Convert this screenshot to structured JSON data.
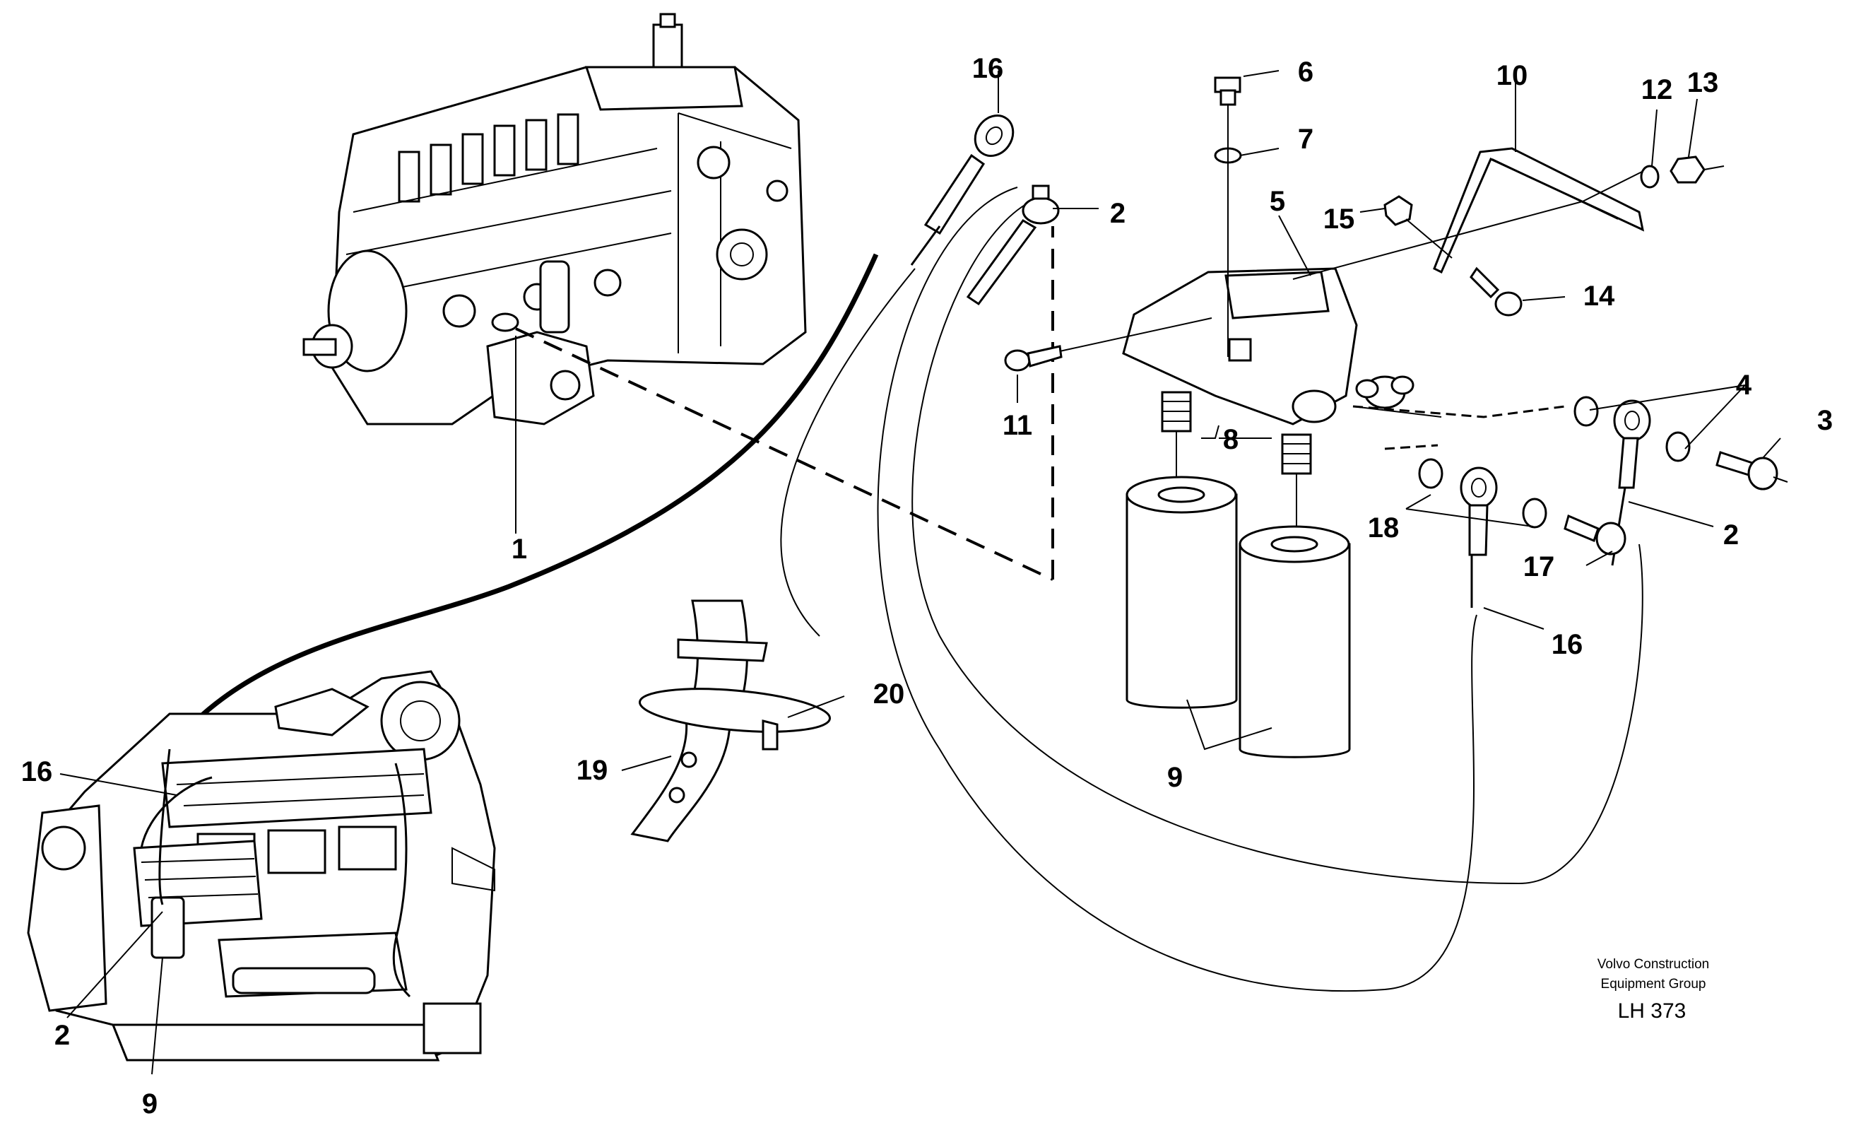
{
  "diagram": {
    "callouts": [
      {
        "id": "c1",
        "text": "1"
      },
      {
        "id": "c2a",
        "text": "2"
      },
      {
        "id": "c2b",
        "text": "2"
      },
      {
        "id": "c2c",
        "text": "2"
      },
      {
        "id": "c3",
        "text": "3"
      },
      {
        "id": "c4",
        "text": "4"
      },
      {
        "id": "c5",
        "text": "5"
      },
      {
        "id": "c6",
        "text": "6"
      },
      {
        "id": "c7",
        "text": "7"
      },
      {
        "id": "c8",
        "text": "8"
      },
      {
        "id": "c9a",
        "text": "9"
      },
      {
        "id": "c9b",
        "text": "9"
      },
      {
        "id": "c10",
        "text": "10"
      },
      {
        "id": "c11",
        "text": "11"
      },
      {
        "id": "c12",
        "text": "12"
      },
      {
        "id": "c13",
        "text": "13"
      },
      {
        "id": "c14",
        "text": "14"
      },
      {
        "id": "c15",
        "text": "15"
      },
      {
        "id": "c16a",
        "text": "16"
      },
      {
        "id": "c16b",
        "text": "16"
      },
      {
        "id": "c16c",
        "text": "16"
      },
      {
        "id": "c17",
        "text": "17"
      },
      {
        "id": "c18",
        "text": "18"
      },
      {
        "id": "c19",
        "text": "19"
      },
      {
        "id": "c20",
        "text": "20"
      }
    ],
    "credit": {
      "line1": "Volvo Construction",
      "line2": "Equipment Group",
      "ref": "LH 373"
    }
  }
}
